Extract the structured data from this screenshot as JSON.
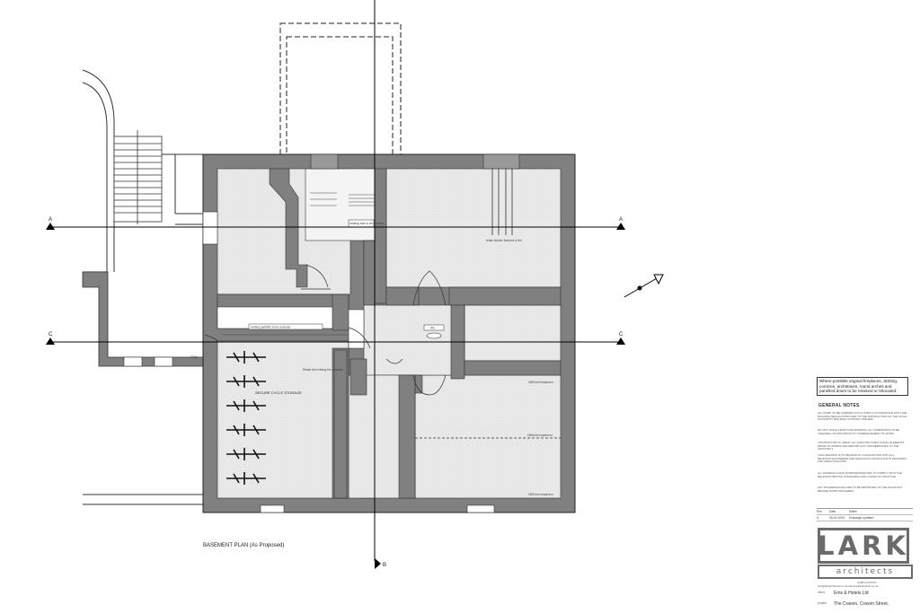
{
  "drawing": {
    "title": "BASEMENT PLAN (As Proposed)",
    "section_markers": {
      "a": "A",
      "b": "B",
      "c": "C"
    },
    "room_labels": {
      "cycle_storage": "SECURE CYCLE STORAGE",
      "cycle_note": "Retain the existing fire resistant",
      "headroom_1": "1800mm headroom",
      "headroom_2": "1800mm headroom",
      "headroom_3": "1800mm headroom",
      "stair_note": "existing stair to be retained",
      "cellar_note": "retain historic features in full",
      "corridor_note": "existing partition to be removed",
      "wc_sign": "WC",
      "door_tag": "FD30"
    }
  },
  "sheet": {
    "boxed_note": "Where possible original fireplaces, skirting, cornices, architraves, round arches and panelled doors to be retained or relocated.",
    "general_notes_heading": "GENERAL NOTES",
    "notes": [
      "ALL WORK TO BE CARRIED OUT IN STRICT ACCORDANCE WITH THE BUILDING REGULATIONS AND TO THE SATISFACTION OF THE LOCAL AUTHORITY BUILDING CONTROL OFFICER.",
      "DO NOT SCALE FROM THIS DRAWING. ALL DIMENSIONS TO BE CHECKED ON SITE PRIOR TO COMMENCEMENT OF WORK.",
      "CONTRACTOR TO VERIFY ALL EXISTING STRUCTURAL ELEMENTS PRIOR TO WORKS AND REPORT ANY DISCREPANCIES TO THE ARCHITECT.",
      "THIS DRAWING IS TO BE READ IN CONJUNCTION WITH ALL RELEVANT ENGINEERS AND SPECIALIST CONSULTANTS DRAWINGS AND SPECIFICATIONS.",
      "ALL MATERIALS AND WORKMANSHIP ARE TO COMPLY WITH THE RELEVANT BRITISH STANDARDS AND CODES OF PRACTICE.",
      "ANY DISCREPANCIES ARE TO BE REPORTED TO THE ARCHITECT BEFORE WORK PROCEEDS."
    ],
    "revision_header": {
      "rev": "Rev",
      "date": "Date",
      "notes": "Notes"
    },
    "revisions": [
      {
        "rev": "A",
        "date": "08.01.2024",
        "notes": "Drawings updated"
      }
    ],
    "logo": {
      "word": "LARK",
      "subword": "architects"
    },
    "contact_line_1": "01904 XXXXXX",
    "contact_line_2": "info@larkarchitects.co.uk  www.larkarchitects.co.uk",
    "client_label": "client",
    "client": "Ems & Hotels Ltd",
    "project_label": "project",
    "project": "The Craven, Craven Street,"
  }
}
